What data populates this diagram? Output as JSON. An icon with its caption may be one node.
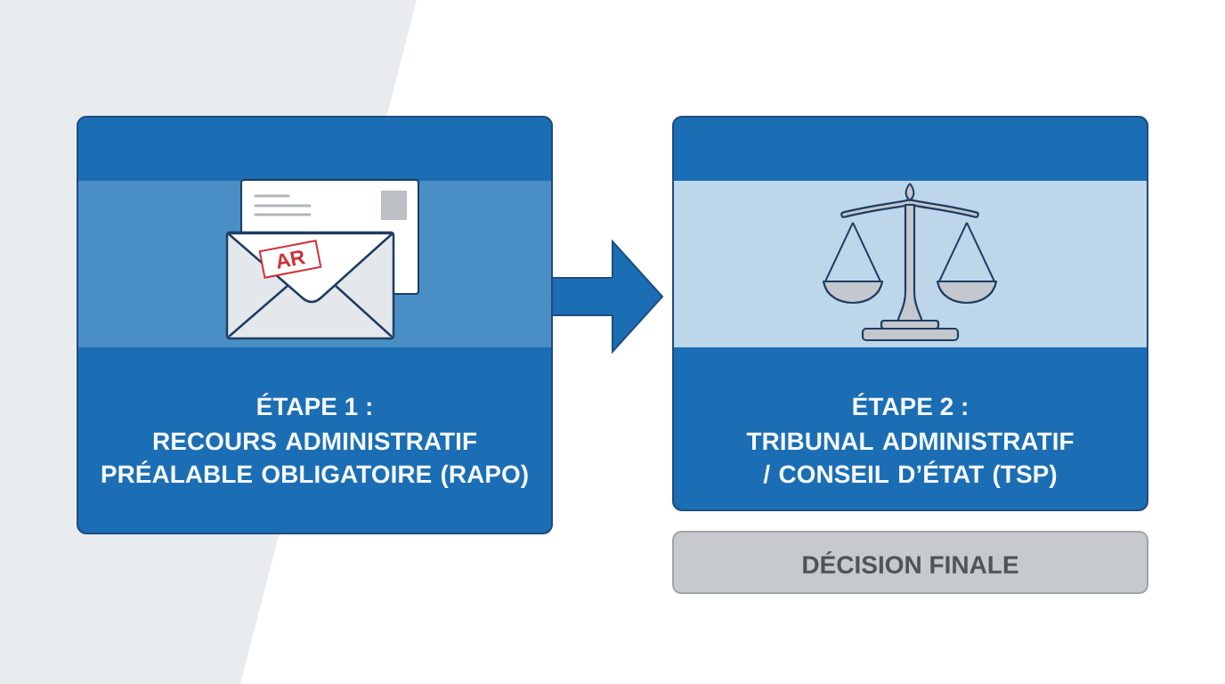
{
  "diagram": {
    "nodes": [
      {
        "text": [
          "ÉTAPE 1 :",
          "RECOURS ADMINISTRATIF PRÉALABLE OBLIGATOIRE (RAPO)"
        ]
      },
      {
        "text": [
          "ÉTAPE 2 :",
          "TRIBUNAL ADMINISTRATIF / CONSEIL D’ÉTAT (TSP)"
        ]
      },
      {
        "text": [
          "DÉCISION FINALE"
        ]
      }
    ],
    "edges": [
      {
        "from": 0,
        "to": 1,
        "arrow": "to"
      }
    ],
    "labels": [
      "AR"
    ]
  }
}
